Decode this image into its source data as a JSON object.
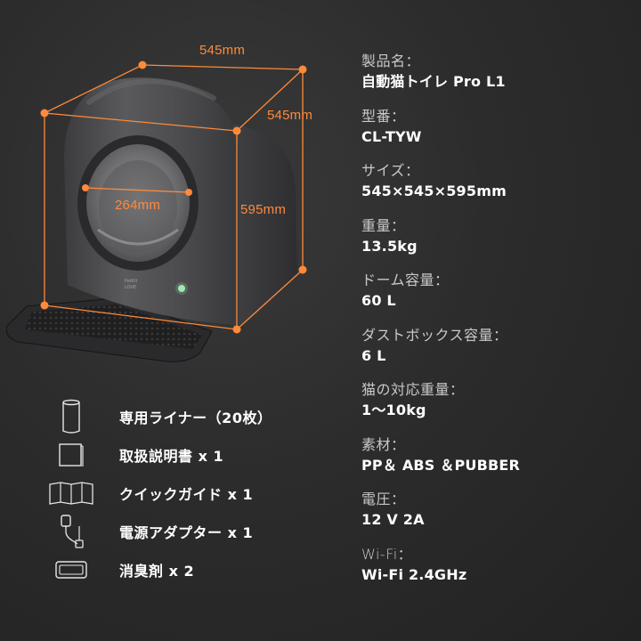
{
  "dimensions": {
    "width": "545mm",
    "depth": "545mm",
    "height": "595mm",
    "entrance": "264mm"
  },
  "device_logo": "PetKit LOVE",
  "accent_color": "#ff8a3a",
  "specs": [
    {
      "label": "製品名：",
      "value": "自動猫トイレ Pro L1"
    },
    {
      "label": "型番：",
      "value": "CL-TYW"
    },
    {
      "label": "サイズ：",
      "value": "545×545×595mm"
    },
    {
      "label": "重量：",
      "value": "13.5kg"
    },
    {
      "label": "ドーム容量：",
      "value": "60 L"
    },
    {
      "label": "ダストボックス容量：",
      "value": "6 L"
    },
    {
      "label": "猫の対応重量：",
      "value": "1〜10kg"
    },
    {
      "label": "素材：",
      "value": "PP＆ ABS ＆PUBBER"
    },
    {
      "label": "電圧：",
      "value": "12 V  2A"
    },
    {
      "label": "Wi-Fi：",
      "value": "Wi-Fi 2.4GHz"
    }
  ],
  "accessories": [
    {
      "icon": "liner-roll-icon",
      "label": "専用ライナー（20枚）"
    },
    {
      "icon": "manual-icon",
      "label": "取扱説明書 x 1"
    },
    {
      "icon": "quick-guide-icon",
      "label": "クイックガイド x 1"
    },
    {
      "icon": "power-adapter-icon",
      "label": "電源アダプター x 1"
    },
    {
      "icon": "deodorizer-icon",
      "label": "消臭剤 x 2"
    }
  ]
}
